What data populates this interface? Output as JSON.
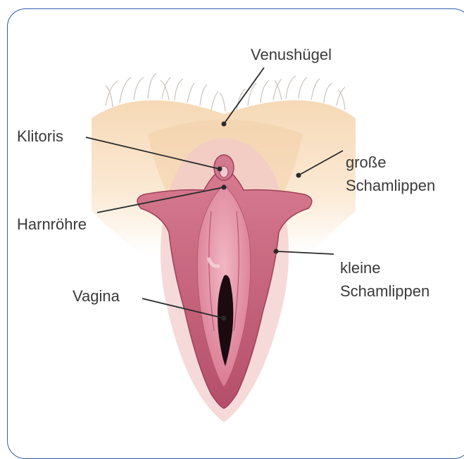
{
  "labels": {
    "mons": "Venushügel",
    "clitoris": "Klitoris",
    "labia_majora_1": "große",
    "labia_majora_2": "Schamlippen",
    "urethra": "Harnröhre",
    "labia_minora_1": "kleine",
    "labia_minora_2": "Schamlippen",
    "vagina": "Vagina"
  },
  "colors": {
    "frame": "#2f5fa8",
    "skin_light": "#f8e2c4",
    "labia_outer": "#c55f79",
    "labia_inner": "#e39aab",
    "leader_line": "#2a2a2a"
  }
}
